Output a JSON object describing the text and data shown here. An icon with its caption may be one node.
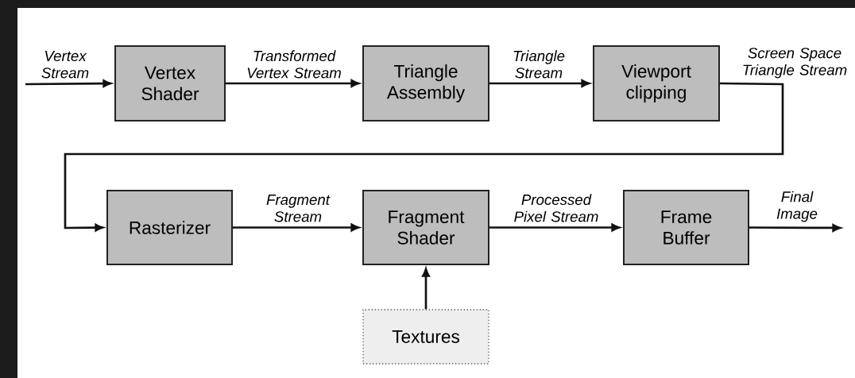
{
  "diagram": {
    "nodes": [
      {
        "text": [
          "Vertex Shader"
        ]
      },
      {
        "text": [
          "Triangle Assembly"
        ]
      },
      {
        "text": [
          "Viewport clipping"
        ]
      },
      {
        "text": [
          "Rasterizer"
        ]
      },
      {
        "text": [
          "Fragment Shader"
        ]
      },
      {
        "text": [
          "Frame Buffer"
        ]
      },
      {
        "text": [
          "Textures"
        ]
      }
    ],
    "edges": [
      {
        "from": null,
        "to": 0,
        "arrow": "to",
        "label": "Vertex Stream"
      },
      {
        "from": 0,
        "to": 1,
        "arrow": "to",
        "label": "Transformed Vertex Stream"
      },
      {
        "from": 1,
        "to": 2,
        "arrow": "to",
        "label": "Triangle Stream"
      },
      {
        "from": 2,
        "to": 3,
        "arrow": "to",
        "label": "Screen Space Triangle Stream"
      },
      {
        "from": 3,
        "to": 4,
        "arrow": "to",
        "label": "Fragment Stream"
      },
      {
        "from": 4,
        "to": 5,
        "arrow": "to",
        "label": "Processed Pixel Stream"
      },
      {
        "from": 5,
        "to": null,
        "arrow": "to",
        "label": "Final Image"
      },
      {
        "from": 6,
        "to": 4,
        "arrow": "to"
      }
    ]
  }
}
